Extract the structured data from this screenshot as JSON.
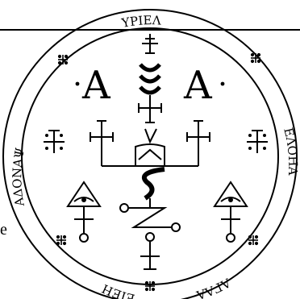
{
  "margin_text": "e",
  "seal": {
    "ring_inscriptions": {
      "top": "ΥΡΙΕΛ",
      "right": "ΕΛΟΗΑ",
      "bottom_right": "ΑΓΛΑ",
      "bottom_left": "ΕΙΕΗ",
      "left": "ΑΔΟΝΑΨ"
    },
    "letters": {
      "left": "A",
      "right": "A"
    },
    "ink_color": "#000000"
  }
}
